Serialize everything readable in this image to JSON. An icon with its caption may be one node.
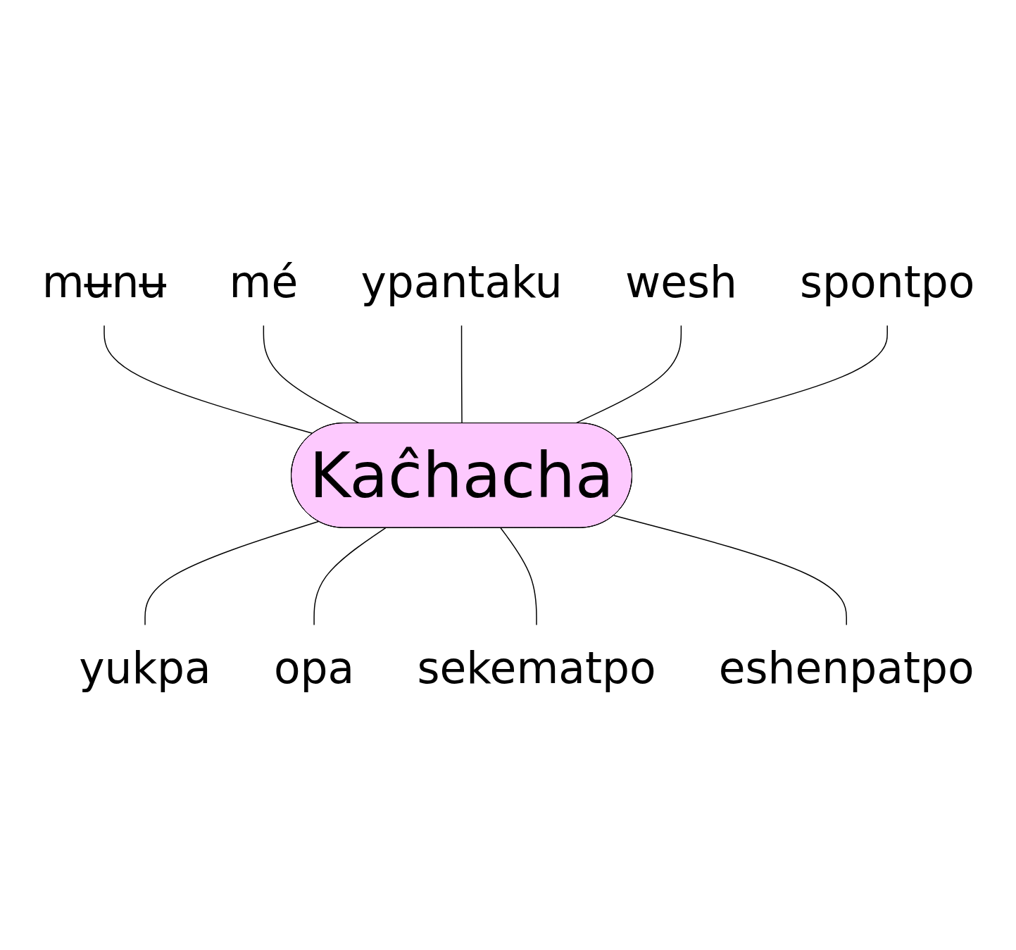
{
  "diagram": {
    "nodes": [
      {
        "text": [
          "Kaĉhacha"
        ]
      },
      {
        "text": [
          "mʉnʉ"
        ]
      },
      {
        "text": [
          "mé"
        ]
      },
      {
        "text": [
          "ypantaku"
        ]
      },
      {
        "text": [
          "wesh"
        ]
      },
      {
        "text": [
          "spontpo"
        ]
      },
      {
        "text": [
          "yukpa"
        ]
      },
      {
        "text": [
          "opa"
        ]
      },
      {
        "text": [
          "sekematpo"
        ]
      },
      {
        "text": [
          "eshenpatpo"
        ]
      }
    ],
    "edges": [
      {
        "from": 1,
        "to": 0,
        "arrow": "none"
      },
      {
        "from": 2,
        "to": 0,
        "arrow": "none"
      },
      {
        "from": 3,
        "to": 0,
        "arrow": "none"
      },
      {
        "from": 4,
        "to": 0,
        "arrow": "none"
      },
      {
        "from": 5,
        "to": 0,
        "arrow": "none"
      },
      {
        "from": 0,
        "to": 6,
        "arrow": "none"
      },
      {
        "from": 0,
        "to": 7,
        "arrow": "none"
      },
      {
        "from": 0,
        "to": 8,
        "arrow": "none"
      },
      {
        "from": 0,
        "to": 9,
        "arrow": "none"
      }
    ]
  }
}
